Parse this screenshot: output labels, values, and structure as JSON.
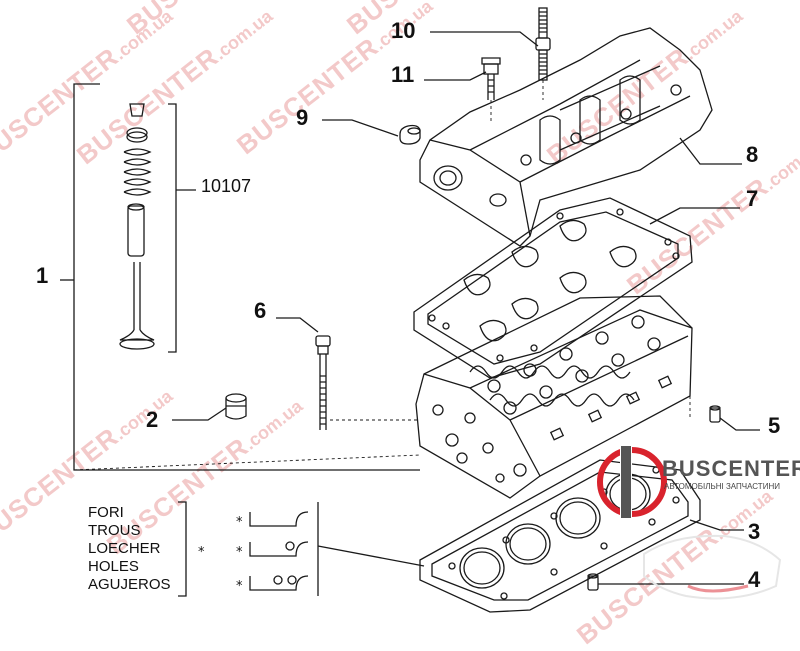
{
  "watermark": {
    "brand": "BUSCENTER",
    "domain": ".com.ua"
  },
  "logo": {
    "name": "BUSCENTER",
    "tagline": "АВТОМОБІЛЬНІ ЗАПЧАСТИНИ"
  },
  "callouts": {
    "c1": "1",
    "c2": "2",
    "c3": "3",
    "c4": "4",
    "c5": "5",
    "c6": "6",
    "c7": "7",
    "c8": "8",
    "c9": "9",
    "c10": "10",
    "c11": "11"
  },
  "kit_number": "10107",
  "legend": {
    "words": [
      "FORI",
      "TROUS",
      "LOECHER",
      "HOLES",
      "AGUJEROS"
    ],
    "star": "*"
  },
  "colors": {
    "line": "#1a1a1a",
    "watermark": "#f3c9c9",
    "brand_red": "#d9232d"
  }
}
